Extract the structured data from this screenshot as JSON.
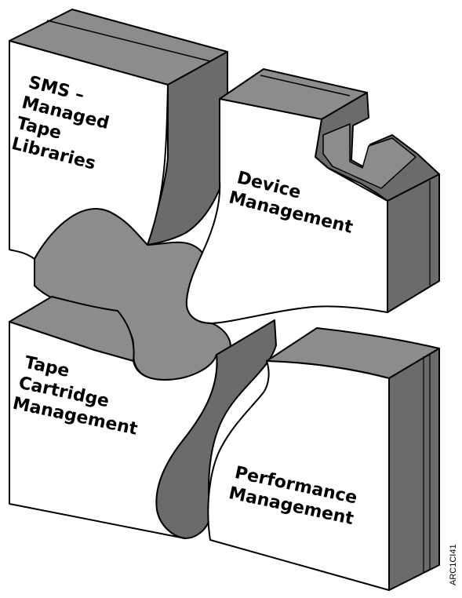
{
  "pieces": {
    "sms": {
      "lines": [
        "SMS –",
        "Managed",
        "Tape",
        "Libraries"
      ]
    },
    "device": {
      "lines": [
        "Device",
        "Management"
      ]
    },
    "tape": {
      "lines": [
        "Tape",
        "Cartridge",
        "Management"
      ]
    },
    "performance": {
      "lines": [
        "Performance",
        "Management"
      ]
    }
  },
  "figure_id": "ARC1CI41",
  "colors": {
    "outline": "#000000",
    "face": "#ffffff",
    "side_dark": "#6b6b6b",
    "side_mid": "#8c8c8c",
    "side_light": "#a6a6a6"
  }
}
